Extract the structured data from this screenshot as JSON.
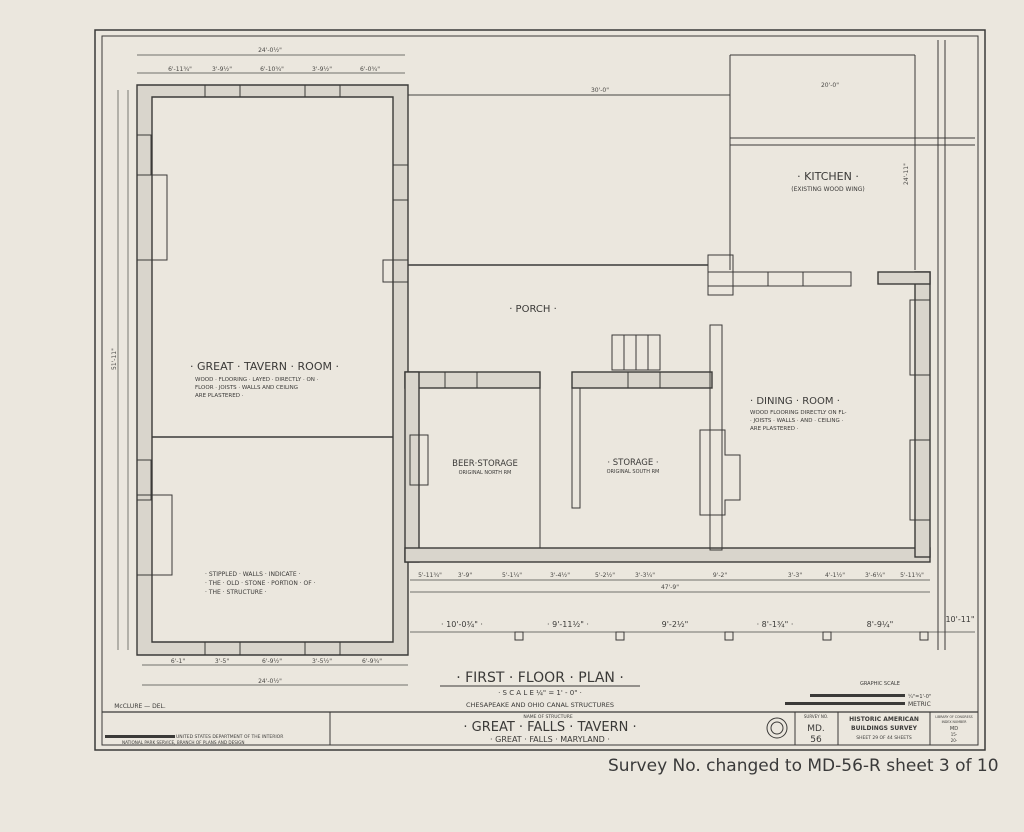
{
  "rooms": {
    "great_tavern": {
      "title": "· GREAT · TAVERN · ROOM ·",
      "notes": [
        "WOOD · FLOORING · LAYED · DIRECTLY · ON ·",
        "FLOOR · JOISTS · WALLS AND CEILING",
        "ARE PLASTERED ·"
      ]
    },
    "kitchen": {
      "title": "· KITCHEN ·",
      "note": "(EXISTING WOOD WING)"
    },
    "porch": {
      "title": "· PORCH ·"
    },
    "dining": {
      "title": "· DINING · ROOM ·",
      "notes": [
        "WOOD FLOORING DIRECTLY ON FL-",
        "· JOISTS · WALLS · AND · CEILING ·",
        "ARE PLASTERED ·"
      ]
    },
    "beer_storage": {
      "title": "BEER·STORAGE",
      "note": "ORIGINAL NORTH RM"
    },
    "storage": {
      "title": "· STORAGE ·",
      "note": "ORIGINAL SOUTH RM"
    },
    "stipple_note": [
      "· STIPPLED · WALLS · INDICATE ·",
      "· THE · OLD · STONE · PORTION · OF ·",
      "· THE · STRUCTURE ·"
    ]
  },
  "dimensions": {
    "top_overall": "24'-0½\"",
    "top_segments": [
      "6'-11¾\"",
      "3'-9½\"",
      "6'-10¾\"",
      "3'-9½\"",
      "6'-0¾\""
    ],
    "porch_width": "30'-0\"",
    "kitchen_width": "20'-0\"",
    "kitchen_depth": "24'-11\"",
    "bottom_overall": "24'-0½\"",
    "bottom_segments": [
      "6'-1\"",
      "3'-5\"",
      "6'-9½\"",
      "3'-5½\"",
      "6'-9¾\""
    ],
    "south_overall": "47'-9\"",
    "south_segments": [
      "5'-11¾\"",
      "3'-9\"",
      "5'-1¼\"",
      "3'-4½\"",
      "5'-2½\"",
      "3'-3¼\"",
      "9'-2\"",
      "3'-3\"",
      "4'-1½\"",
      "3'-6¼\"",
      "5'-11¾\""
    ],
    "porch_post_spacing": [
      "· 10'-0¾\" ·",
      "· 9'-11½\" ·",
      "9'-2½\"",
      "· 8'-1¾\" ·",
      "8'-9¼\"",
      "10'-11\""
    ],
    "overall_depth": "51'-11\""
  },
  "plan_title": "· FIRST · FLOOR · PLAN ·",
  "plan_scale": "· S C A L E  ¼\" = 1' - 0\" ·",
  "series": "CHESAPEAKE AND OHIO CANAL STRUCTURES",
  "graphic_scale": {
    "label": "GRAPHIC SCALE",
    "imperial": "¼\"=1'-0\"",
    "metric": "METRIC"
  },
  "delineator": "McCLURE — DEL.",
  "title_block": {
    "agency_line1": "UNITED STATES DEPARTMENT OF THE INTERIOR",
    "agency_line2": "NATIONAL PARK SERVICE, BRANCH OF PLANS AND DESIGN",
    "name_label": "NAME OF STRUCTURE",
    "structure_name": "· GREAT · FALLS · TAVERN ·",
    "location": "· GREAT · FALLS · MARYLAND ·",
    "survey_label": "SURVEY NO.",
    "survey_no_1": "MD.",
    "survey_no_2": "56",
    "habs_1": "HISTORIC AMERICAN",
    "habs_2": "BUILDINGS SURVEY",
    "sheet": "SHEET 29 OF 44 SHEETS",
    "loc_1": "LIBRARY OF CONGRESS",
    "loc_2": "INDEX NUMBER",
    "loc_3": "MD",
    "loc_4": "15-",
    "loc_5": "20-"
  },
  "annotation": "Survey No. changed to MD-56-R  sheet 3 of 10",
  "colors": {
    "paper": "#ebe7de",
    "ink": "#3b3a38"
  }
}
